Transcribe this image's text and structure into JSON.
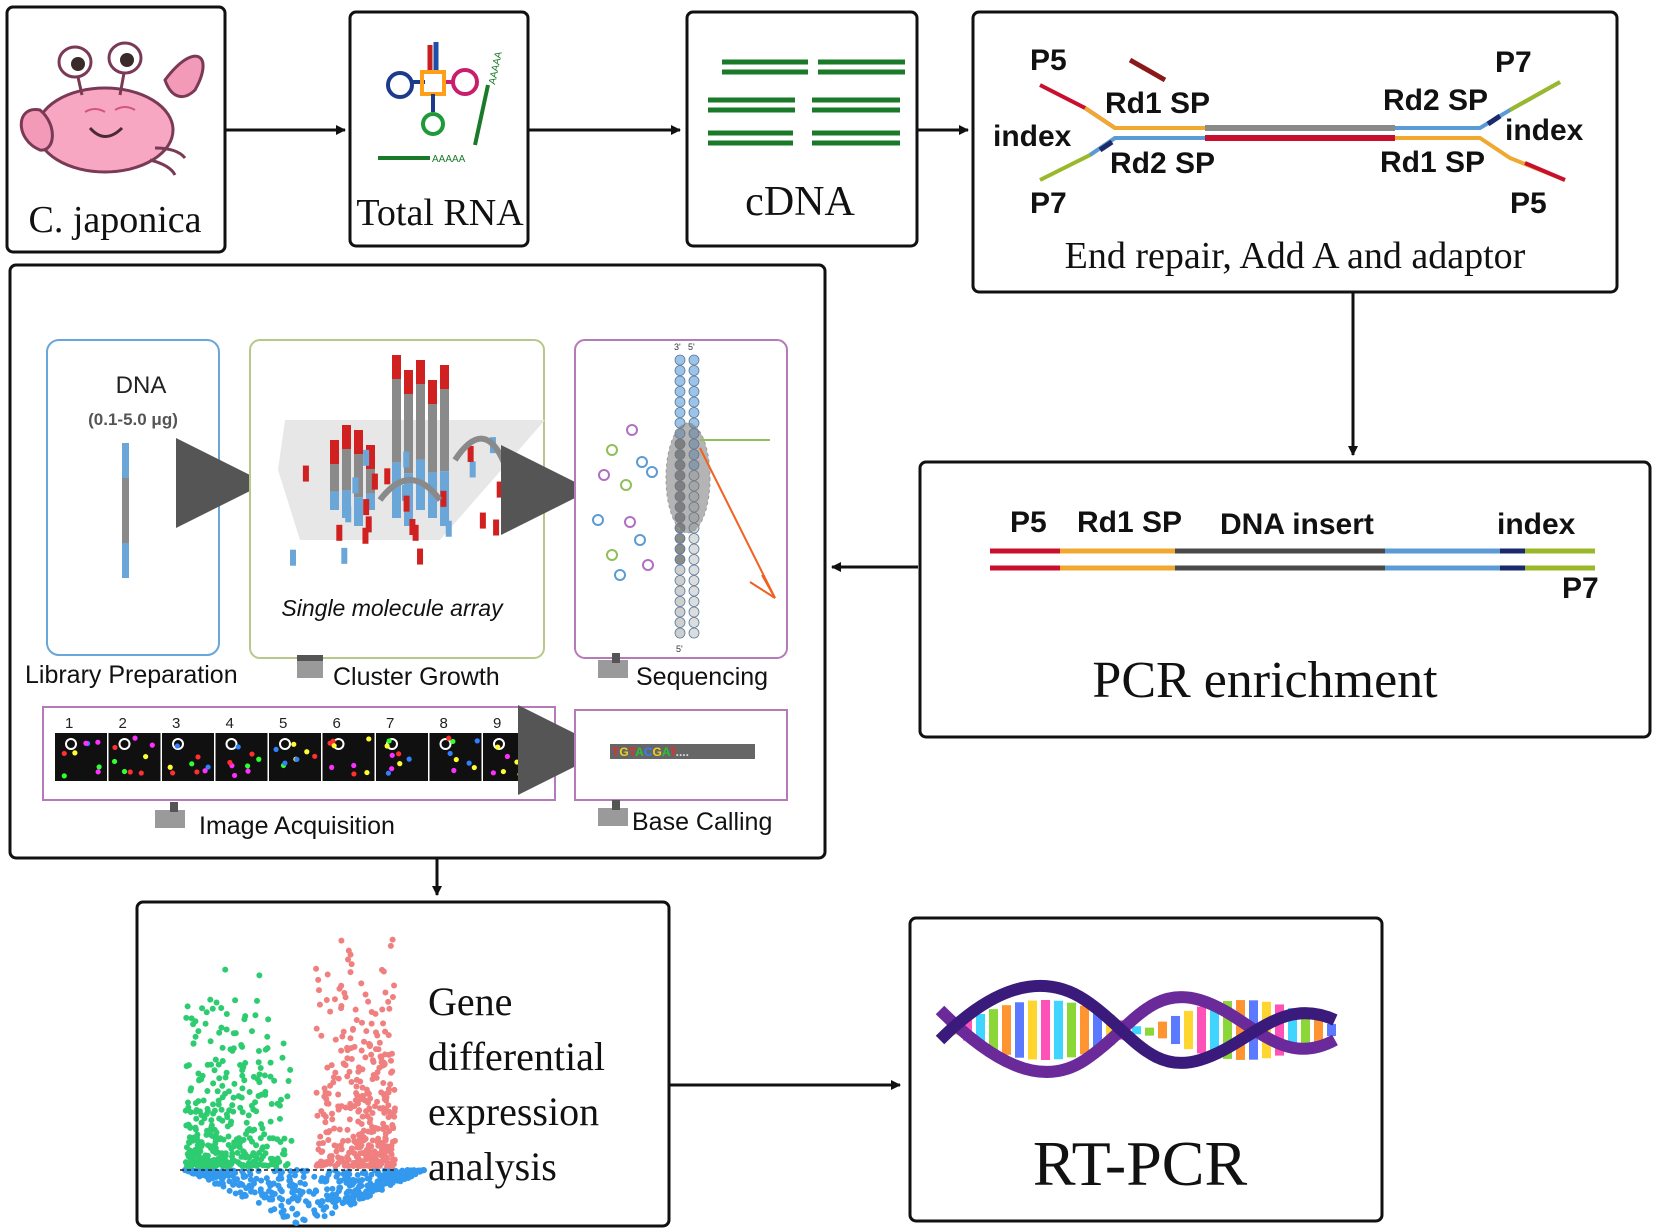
{
  "colors": {
    "dna_green": "#1a7a2a",
    "adaptor_red": "#c8102e",
    "adaptor_orange": "#f0a830",
    "adaptor_blue": "#5b9bd5",
    "adaptor_lime": "#9ab82a",
    "insert_gray": "#8a8a8a",
    "volcano_up": "#f08080",
    "volcano_down": "#2ecc71",
    "volcano_ns": "#3399ee",
    "panel_blue": "#6aa6d8",
    "panel_olive": "#b7c98a",
    "panel_purple": "#b57ab8"
  },
  "steps": {
    "organism": {
      "label": "C. japonica",
      "icon": "crab-icon"
    },
    "total_rna": {
      "label": "Total RNA",
      "icon": "trna-icon",
      "polya": "AAAAA"
    },
    "cdna": {
      "label": "cDNA"
    },
    "adaptor": {
      "label": "End repair, Add A and adaptor",
      "labels": {
        "p5_left": "P5",
        "p7_left": "P7",
        "index_left": "index",
        "rd1_left": "Rd1 SP",
        "rd2_left": "Rd2 SP",
        "p7_right": "P7",
        "p5_right": "P5",
        "index_right": "index",
        "rd2_right": "Rd2 SP",
        "rd1_right": "Rd1 SP"
      }
    },
    "pcr": {
      "label": "PCR enrichment",
      "labels": {
        "p5": "P5",
        "rd1": "Rd1 SP",
        "insert": "DNA insert",
        "index": "index",
        "p7": "P7"
      }
    },
    "sequencing": {
      "dna_title": "DNA",
      "dna_amount": "(0.1-5.0 μg)",
      "array_label": "Single molecule array",
      "library_label": "Library Preparation",
      "cluster_label": "Cluster Growth",
      "sequencing_label": "Sequencing",
      "image_label": "Image Acquisition",
      "base_label": "Base Calling",
      "cycle_numbers": [
        "1",
        "2",
        "3",
        "4",
        "5",
        "6",
        "7",
        "8",
        "9"
      ],
      "read_sequence": "TGTACGAT....",
      "strand_ends": {
        "top_left": "3'",
        "top_right": "5'",
        "bottom": "5'"
      }
    },
    "deg": {
      "label_lines": [
        "Gene",
        "differential",
        "expression",
        "analysis"
      ]
    },
    "rtpcr": {
      "label": "RT-PCR",
      "icon": "dna-helix-icon"
    }
  }
}
